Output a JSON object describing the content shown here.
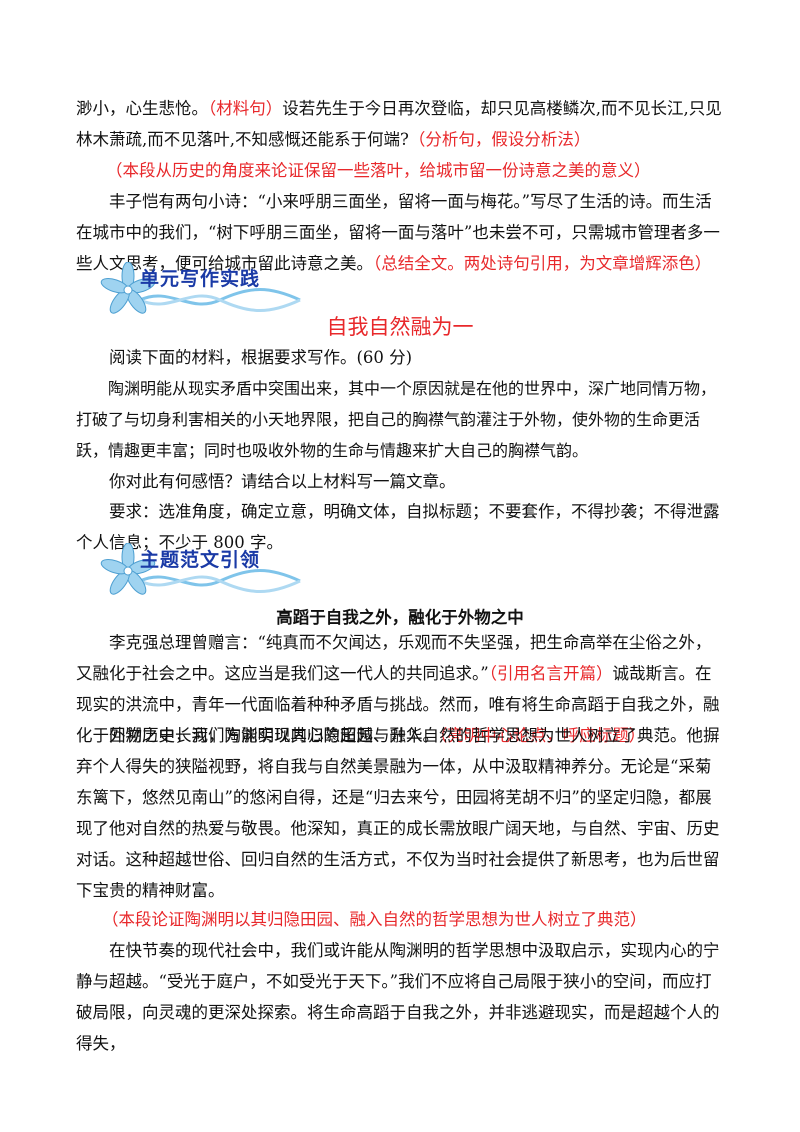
{
  "top_para": {
    "l1a": "渺小，心生悲怆。",
    "l1b": "（材料句）",
    "l1c": "设若先生于今日再次登临，却只见高楼鳞次,而不见长江,只见",
    "l2a": "林木萧疏,而不见落叶,不知感慨还能系于何端?",
    "l2b": "（分析句，假设分析法）"
  },
  "note1": "（本段从历史的角度来论证保留一些落叶，给城市留一份诗意之美的意义）",
  "para_feng": {
    "text": "丰子恺有两句小诗：“小来呼朋三面坐，留将一面与梅花。”写尽了生活的诗。而生活在城市中的我们，“树下呼朋三面坐，留将一面与落叶”也未尝不可，只需城市管理者多一些人文思考，便可给城市留此诗意之美。",
    "note": "（总结全文。两处诗句引用，为文章增辉添色）"
  },
  "section1": {
    "label": "单元写作实践",
    "icon": "flower-icon"
  },
  "title1": "自我自然融为一",
  "task": {
    "intro": "阅读下面的材料，根据要求写作。(60 分)",
    "material": "陶渊明能从现实矛盾中突围出来，其中一个原因就是在他的世界中，深广地同情万物，打破了与切身利害相关的小天地界限，把自己的胸襟气韵灌注于外物，使外物的生命更活跃，情趣更丰富；同时也吸收外物的生命与情趣来扩大自己的胸襟气韵。",
    "question": "你对此有何感悟？请结合以上材料写一篇文章。",
    "requirements": "要求：选准角度，确定立意，明确文体，自拟标题；不要套作，不得抄袭；不得泄露个人信息；不少于 800 字。"
  },
  "section2": {
    "label": "主题范文引领",
    "icon": "flower-icon"
  },
  "essay": {
    "title": "高蹈于自我之外，融化于外物之中",
    "p1": "李克强总理曾赠言：“纯真而不欠闻达，乐观而不失坚强，把生命高举在尘俗之外，又融化于社会之中。这应当是我们这一代人的共同追求。”",
    "p1_note1": "（引用名言开篇）",
    "p1_mid": "诚哉斯言。在现实的洪流中，青年一代面临着种种矛盾与挑战。然而，唯有将生命高蹈于自我之外，融化于外物之中，我们方能实现内心的超越与升华。",
    "p1_note2": "（亮明中心论点，呼应标题）",
    "p2": "回溯历史长河，陶渊明以其归隐田园、融入自然的哲学思想为世人树立了典范。他摒弃个人得失的狭隘视野，将自我与自然美景融为一体，从中汲取精神养分。无论是“采菊东篱下，悠然见南山”的悠闲自得，还是“归去来兮，田园将芜胡不归”的坚定归隐，都展现了他对自然的热爱与敬畏。他深知，真正的成长需放眼广阔天地，与自然、宇宙、历史对话。这种超越世俗、回归自然的生活方式，不仅为当时社会提供了新思考，也为后世留下宝贵的精神财富。",
    "note2": "（本段论证陶渊明以其归隐田园、融入自然的哲学思想为世人树立了典范）",
    "p3": "在快节奏的现代社会中，我们或许能从陶渊明的哲学思想中汲取启示，实现内心的宁静与超越。“受光于庭户，不如受光于天下。”我们不应将自己局限于狭小的空间，而应打破局限，向灵魂的更深处探索。将生命高蹈于自我之外，并非逃避现实，而是超越个人的得失，"
  },
  "colors": {
    "red": "#e8282b",
    "heading_blue": "#1a3aa6",
    "flower": "#7fc4ea"
  }
}
